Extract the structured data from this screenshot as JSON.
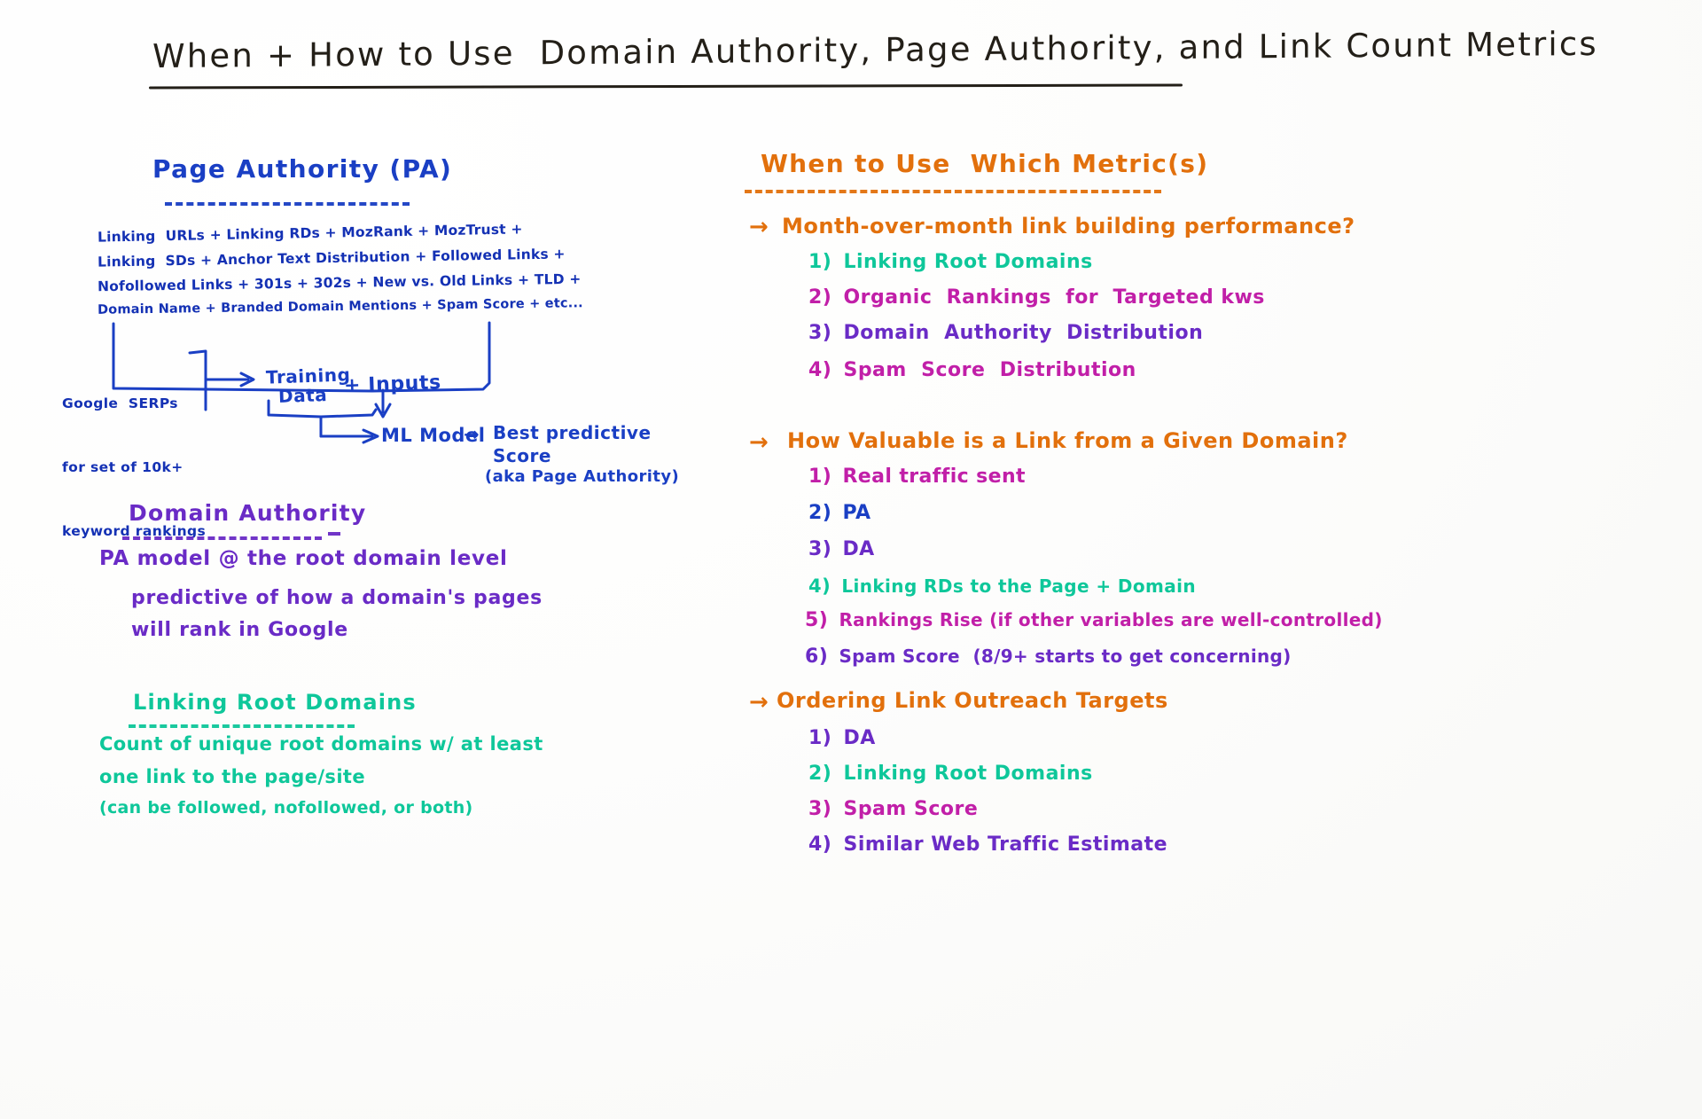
{
  "title": "When + How to Use  Domain Authority, Page Authority, and Link Count Metrics",
  "colors": {
    "black": "#231f18",
    "blue": "#1a3fc4",
    "purple": "#6a2bc6",
    "teal": "#0ec79a",
    "magenta": "#c11fa8",
    "orange": "#e2700c"
  },
  "left": {
    "page_authority": {
      "heading": "Page Authority (PA)",
      "formula_lines": [
        "Linking  URLs + Linking RDs + MozRank + MozTrust +",
        "Linking  SDs + Anchor Text Distribution + Followed Links +",
        "Nofollowed Links + 301s + 302s + New vs. Old Links + TLD +",
        "Domain Name + Branded Domain Mentions + Spam Score + etc..."
      ],
      "serps_box": [
        "Google  SERPs",
        "for set of 10k+",
        "keyword rankings"
      ],
      "training_data": "Training",
      "training_data_2": "Data",
      "plus_inputs": "+ Inputs",
      "ml_model": "ML Model",
      "ml_arrow": "→",
      "result_lines": [
        "Best predictive",
        "Score",
        "(aka Page Authority)"
      ]
    },
    "domain_authority": {
      "heading": "Domain Authority",
      "lines": [
        "PA model @ the root domain level",
        "predictive of how a domain's pages",
        "will rank in Google"
      ],
      "at_symbol": "@"
    },
    "linking_root_domains": {
      "heading": "Linking Root Domains",
      "lines": [
        "Count of unique root domains w/ at least",
        "one link to the page/site",
        "(can be followed, nofollowed, or both)"
      ]
    }
  },
  "right": {
    "heading": "When to Use  Which Metric(s)",
    "groups": [
      {
        "arrow": "→",
        "question": "Month-over-month link building performance?",
        "items": [
          {
            "num": "1)",
            "text": "Linking Root Domains",
            "color": "teal"
          },
          {
            "num": "2)",
            "text": "Organic  Rankings  for  Targeted kws",
            "color": "magenta"
          },
          {
            "num": "3)",
            "text": "Domain  Authority  Distribution",
            "color": "purple"
          },
          {
            "num": "4)",
            "text": "Spam  Score  Distribution",
            "color": "magenta"
          }
        ]
      },
      {
        "arrow": "→",
        "question": "How Valuable is a Link from a Given Domain?",
        "items": [
          {
            "num": "1)",
            "text": "Real traffic sent",
            "color": "magenta"
          },
          {
            "num": "2)",
            "text": "PA",
            "color": "blue"
          },
          {
            "num": "3)",
            "text": "DA",
            "color": "purple"
          },
          {
            "num": "4)",
            "text": "Linking RDs to the Page + Domain",
            "color": "teal"
          },
          {
            "num": "5)",
            "text": "Rankings Rise (if other variables are well-controlled)",
            "color": "magenta"
          },
          {
            "num": "6)",
            "text": "Spam Score  (8/9+ starts to get concerning)",
            "color": "purple"
          }
        ]
      },
      {
        "arrow": "→",
        "question": "Ordering Link Outreach Targets",
        "items": [
          {
            "num": "1)",
            "text": "DA",
            "color": "purple"
          },
          {
            "num": "2)",
            "text": "Linking Root Domains",
            "color": "teal"
          },
          {
            "num": "3)",
            "text": "Spam Score",
            "color": "magenta"
          },
          {
            "num": "4)",
            "text": "Similar Web Traffic Estimate",
            "color": "purple"
          }
        ]
      }
    ]
  }
}
